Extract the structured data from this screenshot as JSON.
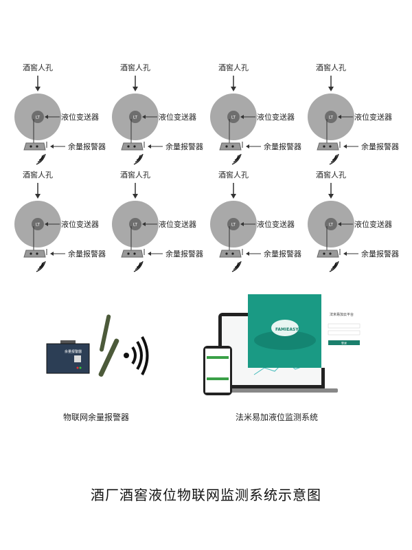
{
  "units": {
    "manhole_label": "酒窖人孔",
    "sensor_label": "液位变送器",
    "sensor_code": "LT",
    "alarm_label": "余量报警器",
    "rows": 2,
    "cols": 4
  },
  "device": {
    "screen_label": "余量报警器",
    "caption": "物联网余量报警器"
  },
  "platform": {
    "login_title": "法米易加云平台",
    "logo": "FAMIEASY",
    "login_button": "登录",
    "caption": "法米易加液位监测系统"
  },
  "title": "酒厂酒窖液位物联网监测系统示意图",
  "colors": {
    "tank": "#a9a9a9",
    "sensor": "#6e6e6e",
    "teal": "#1a9a84",
    "green": "#3aa047"
  }
}
